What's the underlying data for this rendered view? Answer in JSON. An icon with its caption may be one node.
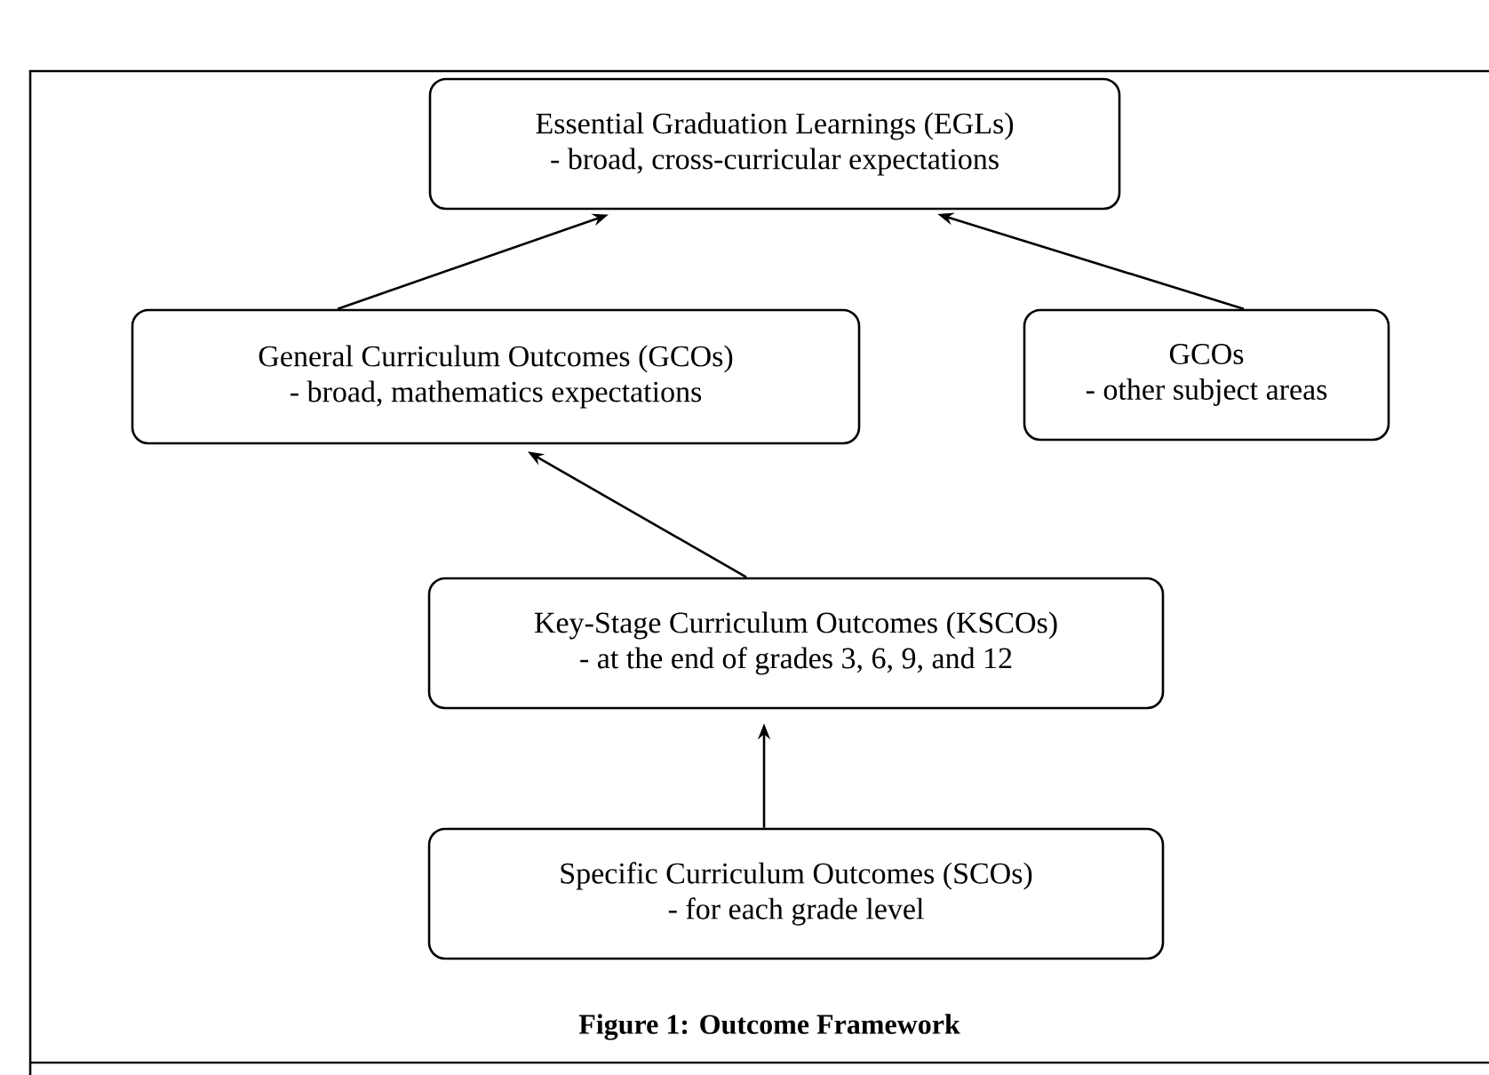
{
  "diagram": {
    "caption": "Figure 1: Outcome Framework",
    "nodes": [
      {
        "text": [
          "Essential Graduation Learnings (EGLs)",
          "- broad, cross-curricular expectations"
        ]
      },
      {
        "text": [
          "General Curriculum Outcomes (GCOs)",
          "- broad, mathematics expectations"
        ]
      },
      {
        "text": [
          "GCOs",
          "- other subject areas"
        ]
      },
      {
        "text": [
          "Key-Stage Curriculum Outcomes (KSCOs)",
          "- at the end of grades 3, 6, 9, and 12"
        ]
      },
      {
        "text": [
          "Specific Curriculum Outcomes (SCOs)",
          "- for each grade level"
        ]
      }
    ],
    "edges": [
      {
        "from": 1,
        "to": 0,
        "arrow": "to"
      },
      {
        "from": 2,
        "to": 0,
        "arrow": "to"
      },
      {
        "from": 3,
        "to": 1,
        "arrow": "to"
      },
      {
        "from": 4,
        "to": 3,
        "arrow": "to"
      }
    ]
  }
}
